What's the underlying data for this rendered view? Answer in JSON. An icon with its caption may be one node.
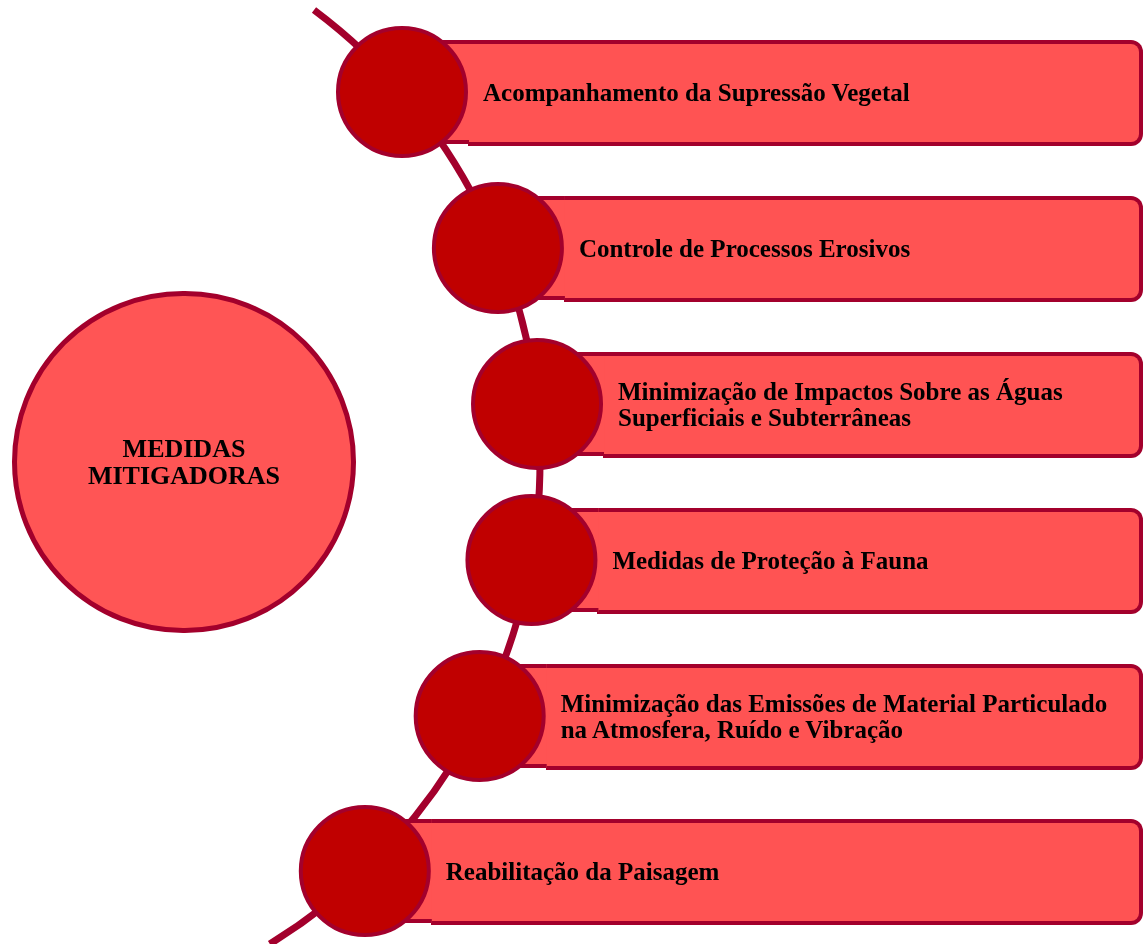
{
  "diagram": {
    "nodes": [
      {
        "text": [
          "MEDIDAS MITIGADORAS"
        ]
      },
      {
        "text": [
          "Acompanhamento da Supressão Vegetal"
        ]
      },
      {
        "text": [
          "Controle de Processos Erosivos"
        ]
      },
      {
        "text": [
          "Minimização de Impactos Sobre as Águas Superficiais e Subterrâneas"
        ]
      },
      {
        "text": [
          "Medidas de Proteção à Fauna"
        ]
      },
      {
        "text": [
          "Minimização das Emissões de Material Particulado na Atmosfera, Ruído e Vibração"
        ]
      },
      {
        "text": [
          "Reabilitação da Paisagem"
        ]
      }
    ]
  }
}
